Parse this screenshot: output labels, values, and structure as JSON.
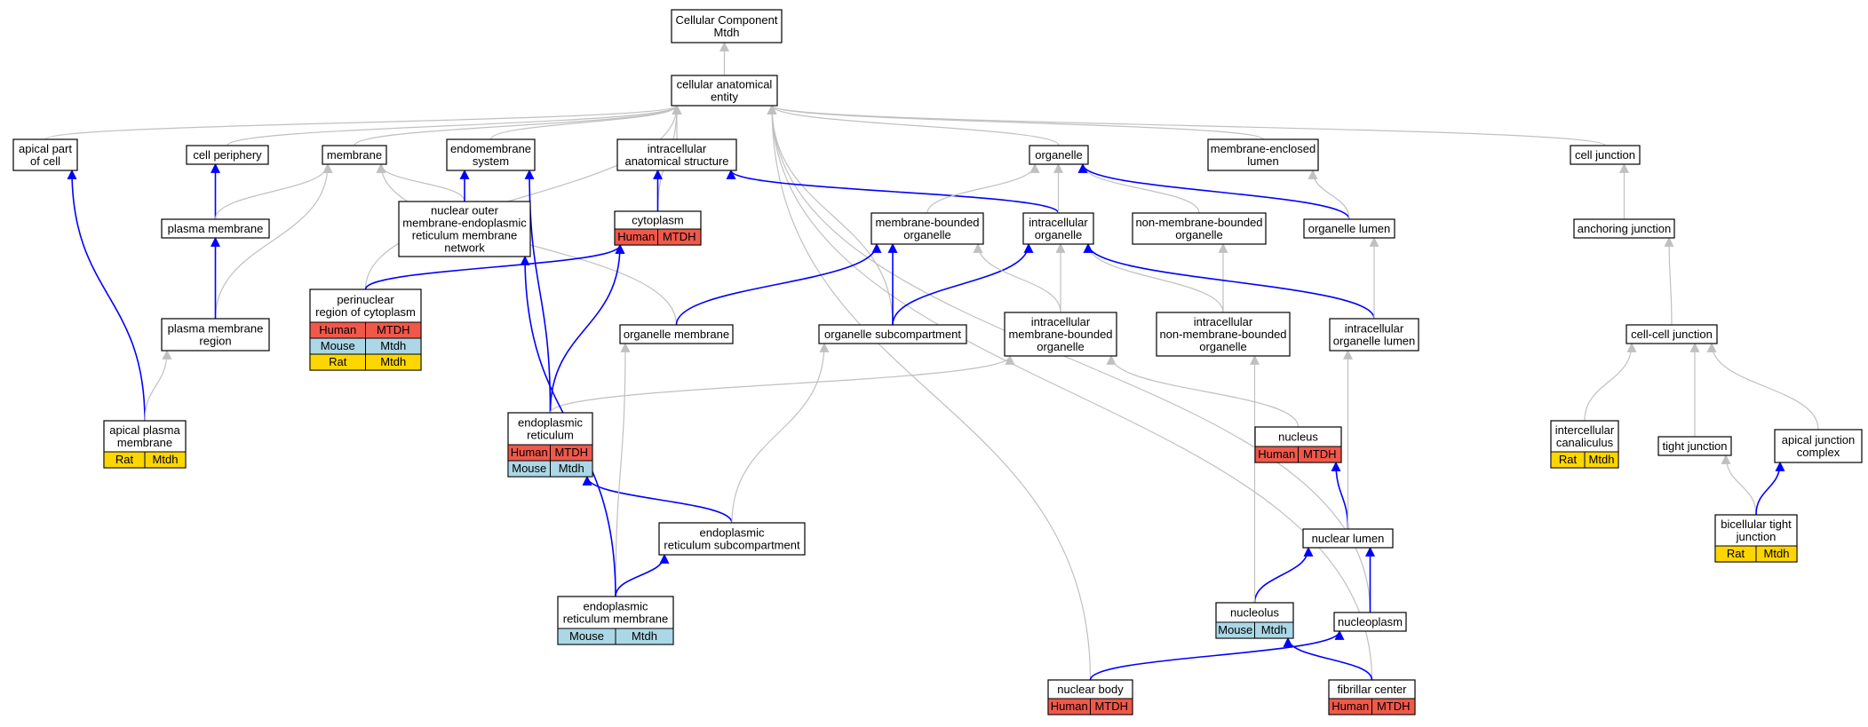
{
  "colors": {
    "is_a_edge": "#c0c0c0",
    "part_of_edge": "#0000ff",
    "node_border": "#000000",
    "human": "#f0584a",
    "mouse": "#abd7e6",
    "rat": "#fdd600"
  },
  "nodes": [
    {
      "id": "cellular-component",
      "lines": [
        "Cellular Component",
        "Mtdh"
      ],
      "species": []
    },
    {
      "id": "cellular-anatomical-entity",
      "lines": [
        "cellular anatomical",
        "entity"
      ],
      "species": []
    },
    {
      "id": "apical-part-of-cell",
      "lines": [
        "apical part",
        "of cell"
      ],
      "species": []
    },
    {
      "id": "cell-periphery",
      "lines": [
        "cell periphery"
      ],
      "species": []
    },
    {
      "id": "membrane",
      "lines": [
        "membrane"
      ],
      "species": []
    },
    {
      "id": "endomembrane-system",
      "lines": [
        "endomembrane",
        "system"
      ],
      "species": []
    },
    {
      "id": "intracellular-anatomical-structure",
      "lines": [
        "intracellular",
        "anatomical structure"
      ],
      "species": []
    },
    {
      "id": "organelle",
      "lines": [
        "organelle"
      ],
      "species": []
    },
    {
      "id": "membrane-enclosed-lumen",
      "lines": [
        "membrane-enclosed",
        "lumen"
      ],
      "species": []
    },
    {
      "id": "cell-junction",
      "lines": [
        "cell junction"
      ],
      "species": []
    },
    {
      "id": "plasma-membrane",
      "lines": [
        "plasma membrane"
      ],
      "species": []
    },
    {
      "id": "nuclear-outer-membrane",
      "lines": [
        "nuclear outer",
        "membrane-endoplasmic",
        "reticulum membrane",
        "network"
      ],
      "species": []
    },
    {
      "id": "cytoplasm",
      "lines": [
        "cytoplasm"
      ],
      "species": [
        {
          "name": "Human",
          "gene": "MTDH"
        }
      ]
    },
    {
      "id": "membrane-bounded-organelle",
      "lines": [
        "membrane-bounded",
        "organelle"
      ],
      "species": []
    },
    {
      "id": "intracellular-organelle",
      "lines": [
        "intracellular",
        "organelle"
      ],
      "species": []
    },
    {
      "id": "non-membrane-bounded-organelle",
      "lines": [
        "non-membrane-bounded",
        "organelle"
      ],
      "species": []
    },
    {
      "id": "organelle-lumen",
      "lines": [
        "organelle lumen"
      ],
      "species": []
    },
    {
      "id": "anchoring-junction",
      "lines": [
        "anchoring junction"
      ],
      "species": []
    },
    {
      "id": "perinuclear-region",
      "lines": [
        "perinuclear",
        "region of cytoplasm"
      ],
      "species": [
        {
          "name": "Human",
          "gene": "MTDH"
        },
        {
          "name": "Mouse",
          "gene": "Mtdh"
        },
        {
          "name": "Rat",
          "gene": "Mtdh"
        }
      ]
    },
    {
      "id": "plasma-membrane-region",
      "lines": [
        "plasma membrane",
        "region"
      ],
      "species": []
    },
    {
      "id": "organelle-membrane",
      "lines": [
        "organelle membrane"
      ],
      "species": []
    },
    {
      "id": "organelle-subcompartment",
      "lines": [
        "organelle subcompartment"
      ],
      "species": []
    },
    {
      "id": "intracellular-membrane-bounded-organelle",
      "lines": [
        "intracellular",
        "membrane-bounded",
        "organelle"
      ],
      "species": []
    },
    {
      "id": "intracellular-non-membrane-bounded-organelle",
      "lines": [
        "intracellular",
        "non-membrane-bounded",
        "organelle"
      ],
      "species": []
    },
    {
      "id": "intracellular-organelle-lumen",
      "lines": [
        "intracellular",
        "organelle lumen"
      ],
      "species": []
    },
    {
      "id": "cell-cell-junction",
      "lines": [
        "cell-cell junction"
      ],
      "species": []
    },
    {
      "id": "apical-plasma-membrane",
      "lines": [
        "apical plasma",
        "membrane"
      ],
      "species": [
        {
          "name": "Rat",
          "gene": "Mtdh"
        }
      ]
    },
    {
      "id": "endoplasmic-reticulum",
      "lines": [
        "endoplasmic",
        "reticulum"
      ],
      "species": [
        {
          "name": "Human",
          "gene": "MTDH"
        },
        {
          "name": "Mouse",
          "gene": "Mtdh"
        }
      ]
    },
    {
      "id": "nucleus",
      "lines": [
        "nucleus"
      ],
      "species": [
        {
          "name": "Human",
          "gene": "MTDH"
        }
      ]
    },
    {
      "id": "intercellular-canaliculus",
      "lines": [
        "intercellular",
        "canaliculus"
      ],
      "species": [
        {
          "name": "Rat",
          "gene": "Mtdh"
        }
      ]
    },
    {
      "id": "tight-junction",
      "lines": [
        "tight junction"
      ],
      "species": []
    },
    {
      "id": "apical-junction-complex",
      "lines": [
        "apical junction",
        "complex"
      ],
      "species": []
    },
    {
      "id": "er-subcompartment",
      "lines": [
        "endoplasmic",
        "reticulum subcompartment"
      ],
      "species": []
    },
    {
      "id": "nuclear-lumen",
      "lines": [
        "nuclear lumen"
      ],
      "species": []
    },
    {
      "id": "bicellular-tight-junction",
      "lines": [
        "bicellular tight",
        "junction"
      ],
      "species": [
        {
          "name": "Rat",
          "gene": "Mtdh"
        }
      ]
    },
    {
      "id": "er-membrane",
      "lines": [
        "endoplasmic",
        "reticulum membrane"
      ],
      "species": [
        {
          "name": "Mouse",
          "gene": "Mtdh"
        }
      ]
    },
    {
      "id": "nucleolus",
      "lines": [
        "nucleolus"
      ],
      "species": [
        {
          "name": "Mouse",
          "gene": "Mtdh"
        }
      ]
    },
    {
      "id": "nucleoplasm",
      "lines": [
        "nucleoplasm"
      ],
      "species": []
    },
    {
      "id": "nuclear-body",
      "lines": [
        "nuclear body"
      ],
      "species": [
        {
          "name": "Human",
          "gene": "MTDH"
        }
      ]
    },
    {
      "id": "fibrillar-center",
      "lines": [
        "fibrillar center"
      ],
      "species": [
        {
          "name": "Human",
          "gene": "MTDH"
        }
      ]
    }
  ],
  "edges": [
    {
      "from": "cellular-anatomical-entity",
      "to": "cellular-component",
      "type": "is_a"
    },
    {
      "from": "apical-part-of-cell",
      "to": "cellular-anatomical-entity",
      "type": "is_a"
    },
    {
      "from": "cell-periphery",
      "to": "cellular-anatomical-entity",
      "type": "is_a"
    },
    {
      "from": "membrane",
      "to": "cellular-anatomical-entity",
      "type": "is_a"
    },
    {
      "from": "endomembrane-system",
      "to": "cellular-anatomical-entity",
      "type": "is_a"
    },
    {
      "from": "intracellular-anatomical-structure",
      "to": "cellular-anatomical-entity",
      "type": "is_a"
    },
    {
      "from": "organelle",
      "to": "cellular-anatomical-entity",
      "type": "is_a"
    },
    {
      "from": "membrane-enclosed-lumen",
      "to": "cellular-anatomical-entity",
      "type": "is_a"
    },
    {
      "from": "cell-junction",
      "to": "cellular-anatomical-entity",
      "type": "is_a"
    },
    {
      "from": "perinuclear-region",
      "to": "cellular-anatomical-entity",
      "type": "is_a"
    },
    {
      "from": "cytoplasm",
      "to": "cellular-anatomical-entity",
      "type": "is_a"
    },
    {
      "from": "organelle-subcompartment",
      "to": "cellular-anatomical-entity",
      "type": "is_a"
    },
    {
      "from": "nuclear-body",
      "to": "cellular-anatomical-entity",
      "type": "is_a"
    },
    {
      "from": "nucleoplasm",
      "to": "cellular-anatomical-entity",
      "type": "is_a"
    },
    {
      "from": "fibrillar-center",
      "to": "cellular-anatomical-entity",
      "type": "is_a"
    },
    {
      "from": "plasma-membrane",
      "to": "cell-periphery",
      "type": "part_of"
    },
    {
      "from": "plasma-membrane",
      "to": "membrane",
      "type": "is_a"
    },
    {
      "from": "plasma-membrane-region",
      "to": "membrane",
      "type": "is_a"
    },
    {
      "from": "plasma-membrane-region",
      "to": "plasma-membrane",
      "type": "part_of"
    },
    {
      "from": "nuclear-outer-membrane",
      "to": "membrane",
      "type": "is_a"
    },
    {
      "from": "nuclear-outer-membrane",
      "to": "endomembrane-system",
      "type": "part_of"
    },
    {
      "from": "organelle-membrane",
      "to": "membrane",
      "type": "is_a"
    },
    {
      "from": "cytoplasm",
      "to": "intracellular-anatomical-structure",
      "type": "part_of"
    },
    {
      "from": "perinuclear-region",
      "to": "cytoplasm",
      "type": "part_of"
    },
    {
      "from": "endoplasmic-reticulum",
      "to": "cytoplasm",
      "type": "part_of"
    },
    {
      "from": "endoplasmic-reticulum",
      "to": "endomembrane-system",
      "type": "part_of"
    },
    {
      "from": "endoplasmic-reticulum",
      "to": "intracellular-membrane-bounded-organelle",
      "type": "is_a"
    },
    {
      "from": "intracellular-organelle",
      "to": "intracellular-anatomical-structure",
      "type": "part_of"
    },
    {
      "from": "membrane-bounded-organelle",
      "to": "organelle",
      "type": "is_a"
    },
    {
      "from": "intracellular-organelle",
      "to": "organelle",
      "type": "is_a"
    },
    {
      "from": "non-membrane-bounded-organelle",
      "to": "organelle",
      "type": "is_a"
    },
    {
      "from": "organelle-lumen",
      "to": "organelle",
      "type": "part_of"
    },
    {
      "from": "organelle-lumen",
      "to": "membrane-enclosed-lumen",
      "type": "is_a"
    },
    {
      "from": "anchoring-junction",
      "to": "cell-junction",
      "type": "is_a"
    },
    {
      "from": "cell-cell-junction",
      "to": "anchoring-junction",
      "type": "is_a"
    },
    {
      "from": "organelle-membrane",
      "to": "membrane-bounded-organelle",
      "type": "part_of"
    },
    {
      "from": "organelle-subcompartment",
      "to": "membrane-bounded-organelle",
      "type": "part_of"
    },
    {
      "from": "organelle-subcompartment",
      "to": "intracellular-organelle",
      "type": "part_of"
    },
    {
      "from": "intracellular-membrane-bounded-organelle",
      "to": "membrane-bounded-organelle",
      "type": "is_a"
    },
    {
      "from": "intracellular-membrane-bounded-organelle",
      "to": "intracellular-organelle",
      "type": "is_a"
    },
    {
      "from": "intracellular-non-membrane-bounded-organelle",
      "to": "intracellular-organelle",
      "type": "is_a"
    },
    {
      "from": "intracellular-non-membrane-bounded-organelle",
      "to": "non-membrane-bounded-organelle",
      "type": "is_a"
    },
    {
      "from": "intracellular-organelle-lumen",
      "to": "intracellular-organelle",
      "type": "part_of"
    },
    {
      "from": "intracellular-organelle-lumen",
      "to": "organelle-lumen",
      "type": "is_a"
    },
    {
      "from": "apical-plasma-membrane",
      "to": "apical-part-of-cell",
      "type": "part_of"
    },
    {
      "from": "apical-plasma-membrane",
      "to": "plasma-membrane-region",
      "type": "is_a"
    },
    {
      "from": "nucleus",
      "to": "intracellular-membrane-bounded-organelle",
      "type": "is_a"
    },
    {
      "from": "er-subcompartment",
      "to": "endoplasmic-reticulum",
      "type": "part_of"
    },
    {
      "from": "er-subcompartment",
      "to": "organelle-subcompartment",
      "type": "is_a"
    },
    {
      "from": "er-membrane",
      "to": "organelle-membrane",
      "type": "is_a"
    },
    {
      "from": "er-membrane",
      "to": "er-subcompartment",
      "type": "part_of"
    },
    {
      "from": "er-membrane",
      "to": "nuclear-outer-membrane",
      "type": "part_of"
    },
    {
      "from": "nuclear-lumen",
      "to": "nucleus",
      "type": "part_of"
    },
    {
      "from": "nuclear-lumen",
      "to": "intracellular-organelle-lumen",
      "type": "is_a"
    },
    {
      "from": "nucleolus",
      "to": "nuclear-lumen",
      "type": "part_of"
    },
    {
      "from": "nucleolus",
      "to": "intracellular-non-membrane-bounded-organelle",
      "type": "is_a"
    },
    {
      "from": "nucleoplasm",
      "to": "nuclear-lumen",
      "type": "part_of"
    },
    {
      "from": "nuclear-body",
      "to": "nucleoplasm",
      "type": "part_of"
    },
    {
      "from": "fibrillar-center",
      "to": "nucleolus",
      "type": "part_of"
    },
    {
      "from": "intercellular-canaliculus",
      "to": "cell-cell-junction",
      "type": "is_a"
    },
    {
      "from": "tight-junction",
      "to": "cell-cell-junction",
      "type": "is_a"
    },
    {
      "from": "apical-junction-complex",
      "to": "cell-cell-junction",
      "type": "is_a"
    },
    {
      "from": "bicellular-tight-junction",
      "to": "tight-junction",
      "type": "is_a"
    },
    {
      "from": "bicellular-tight-junction",
      "to": "apical-junction-complex",
      "type": "part_of"
    }
  ]
}
